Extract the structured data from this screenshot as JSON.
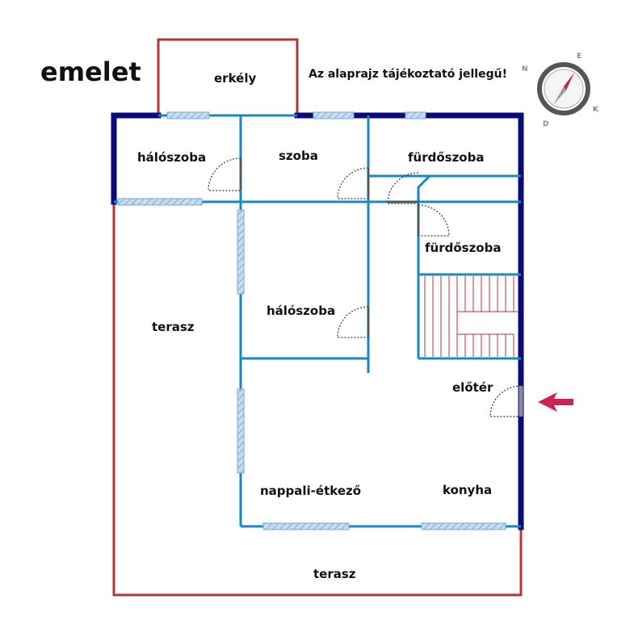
{
  "plan": {
    "title": "emelet",
    "note": "Az alaprajz tájékoztató jellegű!",
    "rooms": {
      "erkely": "erkély",
      "haloszoba_1": "hálószoba",
      "szoba": "szoba",
      "furdoszoba_1": "fürdőszoba",
      "furdoszoba_2": "fürdőszoba",
      "haloszoba_2": "hálószoba",
      "terasz_left": "terasz",
      "eloter": "előtér",
      "nappali": "nappali-étkező",
      "konyha": "konyha",
      "terasz_bottom": "terasz"
    },
    "compass": {
      "n": "N",
      "e": "E",
      "k": "K",
      "d": "D"
    }
  },
  "colors": {
    "outer_wall": "#0a0a7a",
    "inner_wall": "#1a87c0",
    "terrace_line": "#b5333a",
    "window": "#a8c8e8",
    "door": "#333333",
    "stairs": "#b5333a",
    "entry_arrow": "#cc2255",
    "compass_needle": "#cc2255"
  }
}
